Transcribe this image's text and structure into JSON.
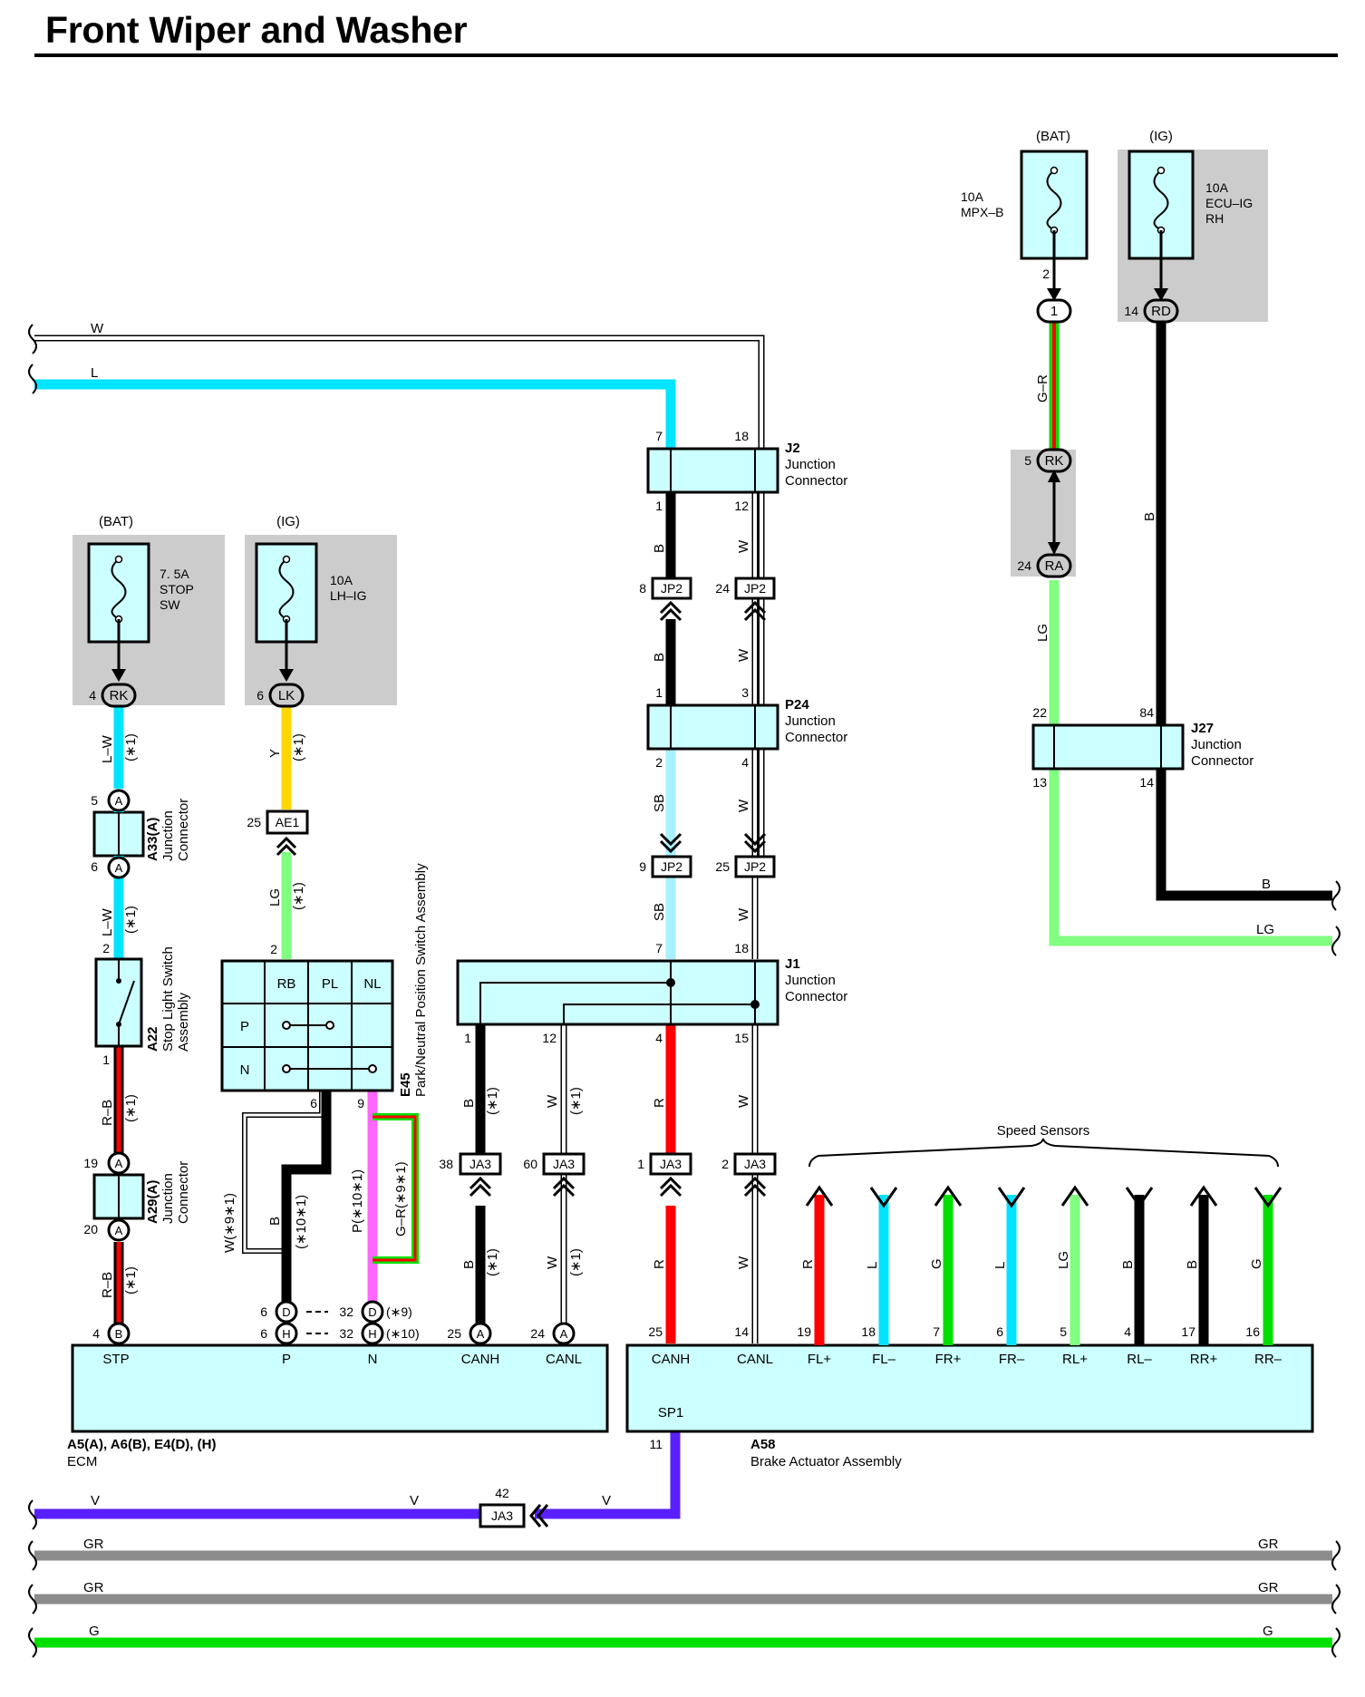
{
  "title": "Front Wiper and Washer",
  "colors": {
    "L": "#00e5ff",
    "SB": "#a8f0ff",
    "LG": "#80ff80",
    "G": "#00e000",
    "Y": "#ffd700",
    "R": "#ff0000",
    "V": "#5a1fff",
    "GR": "#8c8c8c",
    "P": "#ff66ff",
    "B": "#000000",
    "W": "#ffffff",
    "box": "#ccffff",
    "fusebg": "#cccccc"
  },
  "fuses": [
    {
      "supply": "(BAT)",
      "lines": [
        "7. 5A",
        "STOP",
        "SW"
      ],
      "pin": "4",
      "conn": "RK"
    },
    {
      "supply": "(IG)",
      "lines": [
        "10A",
        "LH–IG"
      ],
      "pin": "6",
      "conn": "LK"
    },
    {
      "supply": "(BAT)",
      "lines": [
        "10A",
        "MPX–B"
      ],
      "pin": "2",
      "conn": "1"
    },
    {
      "supply": "(IG)",
      "lines": [
        "10A",
        "ECU–IG",
        "RH"
      ],
      "pin": "14",
      "conn": "RD"
    }
  ],
  "junctions": {
    "J2": {
      "id": "J2",
      "name": [
        "Junction",
        "Connector"
      ],
      "pins_top": [
        "7",
        "18"
      ],
      "pins_bottom": [
        "1",
        "12"
      ]
    },
    "P24": {
      "id": "P24",
      "name": [
        "Junction",
        "Connector"
      ],
      "pins_top": [
        "1",
        "3"
      ],
      "pins_bottom": [
        "2",
        "4"
      ]
    },
    "J1": {
      "id": "J1",
      "name": [
        "Junction",
        "Connector"
      ],
      "pins_top": [
        "7",
        "18"
      ],
      "pins_bottom": [
        "1",
        "12",
        "4",
        "15"
      ]
    },
    "J27": {
      "id": "J27",
      "name": [
        "Junction",
        "Connector"
      ],
      "pins_top": [
        "22",
        "84"
      ],
      "pins_bottom": [
        "13",
        "14"
      ]
    },
    "A33": {
      "id": "A33(A)",
      "name": [
        "Junction",
        "Connector"
      ],
      "pins": [
        "5",
        "6"
      ],
      "conn": "A"
    },
    "A29": {
      "id": "A29(A)",
      "name": [
        "Junction",
        "Connector"
      ],
      "pins": [
        "19",
        "20"
      ],
      "conn": "A"
    },
    "RK_RA": {
      "pins": [
        "5",
        "24"
      ],
      "conns": [
        "RK",
        "RA"
      ]
    }
  },
  "connectors": {
    "AE1": {
      "label": "AE1",
      "pin": "25"
    },
    "JP2": [
      {
        "label": "JP2",
        "pin": "8"
      },
      {
        "label": "JP2",
        "pin": "24"
      },
      {
        "label": "JP2",
        "pin": "9"
      },
      {
        "label": "JP2",
        "pin": "25"
      }
    ],
    "JA3": [
      {
        "label": "JA3",
        "pin": "38"
      },
      {
        "label": "JA3",
        "pin": "60"
      },
      {
        "label": "JA3",
        "pin": "1"
      },
      {
        "label": "JA3",
        "pin": "2"
      },
      {
        "label": "JA3",
        "pin": "42"
      }
    ]
  },
  "stop_switch": {
    "id": "A22",
    "name": [
      "Stop Light Switch",
      "Assembly"
    ],
    "pins": [
      "2",
      "1"
    ]
  },
  "pnp_switch": {
    "id": "E45",
    "name": "Park/Neutral Position Switch Assembly",
    "cols": [
      "RB",
      "PL",
      "NL"
    ],
    "rows": [
      "P",
      "N"
    ],
    "pins": [
      "2",
      "6",
      "9"
    ]
  },
  "wire_labels": {
    "W": "W",
    "L": "L",
    "B": "B",
    "SB": "SB",
    "LG": "LG",
    "G_R": "G–R",
    "L_W": "L–W",
    "R_B": "R–B",
    "Y": "Y",
    "R": "R",
    "G": "G",
    "V": "V",
    "GR": "GR",
    "W9": "W(∗9∗1)",
    "B10": "B",
    "B10n": "(∗10∗1)",
    "P10": "P(∗10∗1)",
    "GR9": "G–R(∗9∗1)",
    "n1": "(∗1)",
    "n9": "(∗9)",
    "n10": "(∗10)"
  },
  "ecm": {
    "title": "A5(A), A6(B), E4(D), (H)",
    "name": "ECM",
    "terminals": [
      "STP",
      "P",
      "N",
      "CANH",
      "CANL"
    ],
    "pins": [
      {
        "pin": "4",
        "conn": "B"
      },
      {
        "pin": "6",
        "conn": "D"
      },
      {
        "pin": "6",
        "conn": "H"
      },
      {
        "pin": "32",
        "conn": "D"
      },
      {
        "pin": "32",
        "conn": "H"
      },
      {
        "pin": "25",
        "conn": "A"
      },
      {
        "pin": "24",
        "conn": "A"
      }
    ]
  },
  "brake": {
    "id": "A58",
    "name": "Brake Actuator Assembly",
    "terminals": [
      "CANH",
      "CANL",
      "FL+",
      "FL–",
      "FR+",
      "FR–",
      "RL+",
      "RL–",
      "RR+",
      "RR–"
    ],
    "pins": [
      "25",
      "14",
      "19",
      "18",
      "7",
      "6",
      "5",
      "4",
      "17",
      "16"
    ],
    "wire_colors": [
      "R",
      "L",
      "G",
      "L",
      "LG",
      "B",
      "B",
      "G"
    ],
    "sp1": "SP1",
    "sp1_pin": "11"
  },
  "speed_sensors": "Speed Sensors"
}
